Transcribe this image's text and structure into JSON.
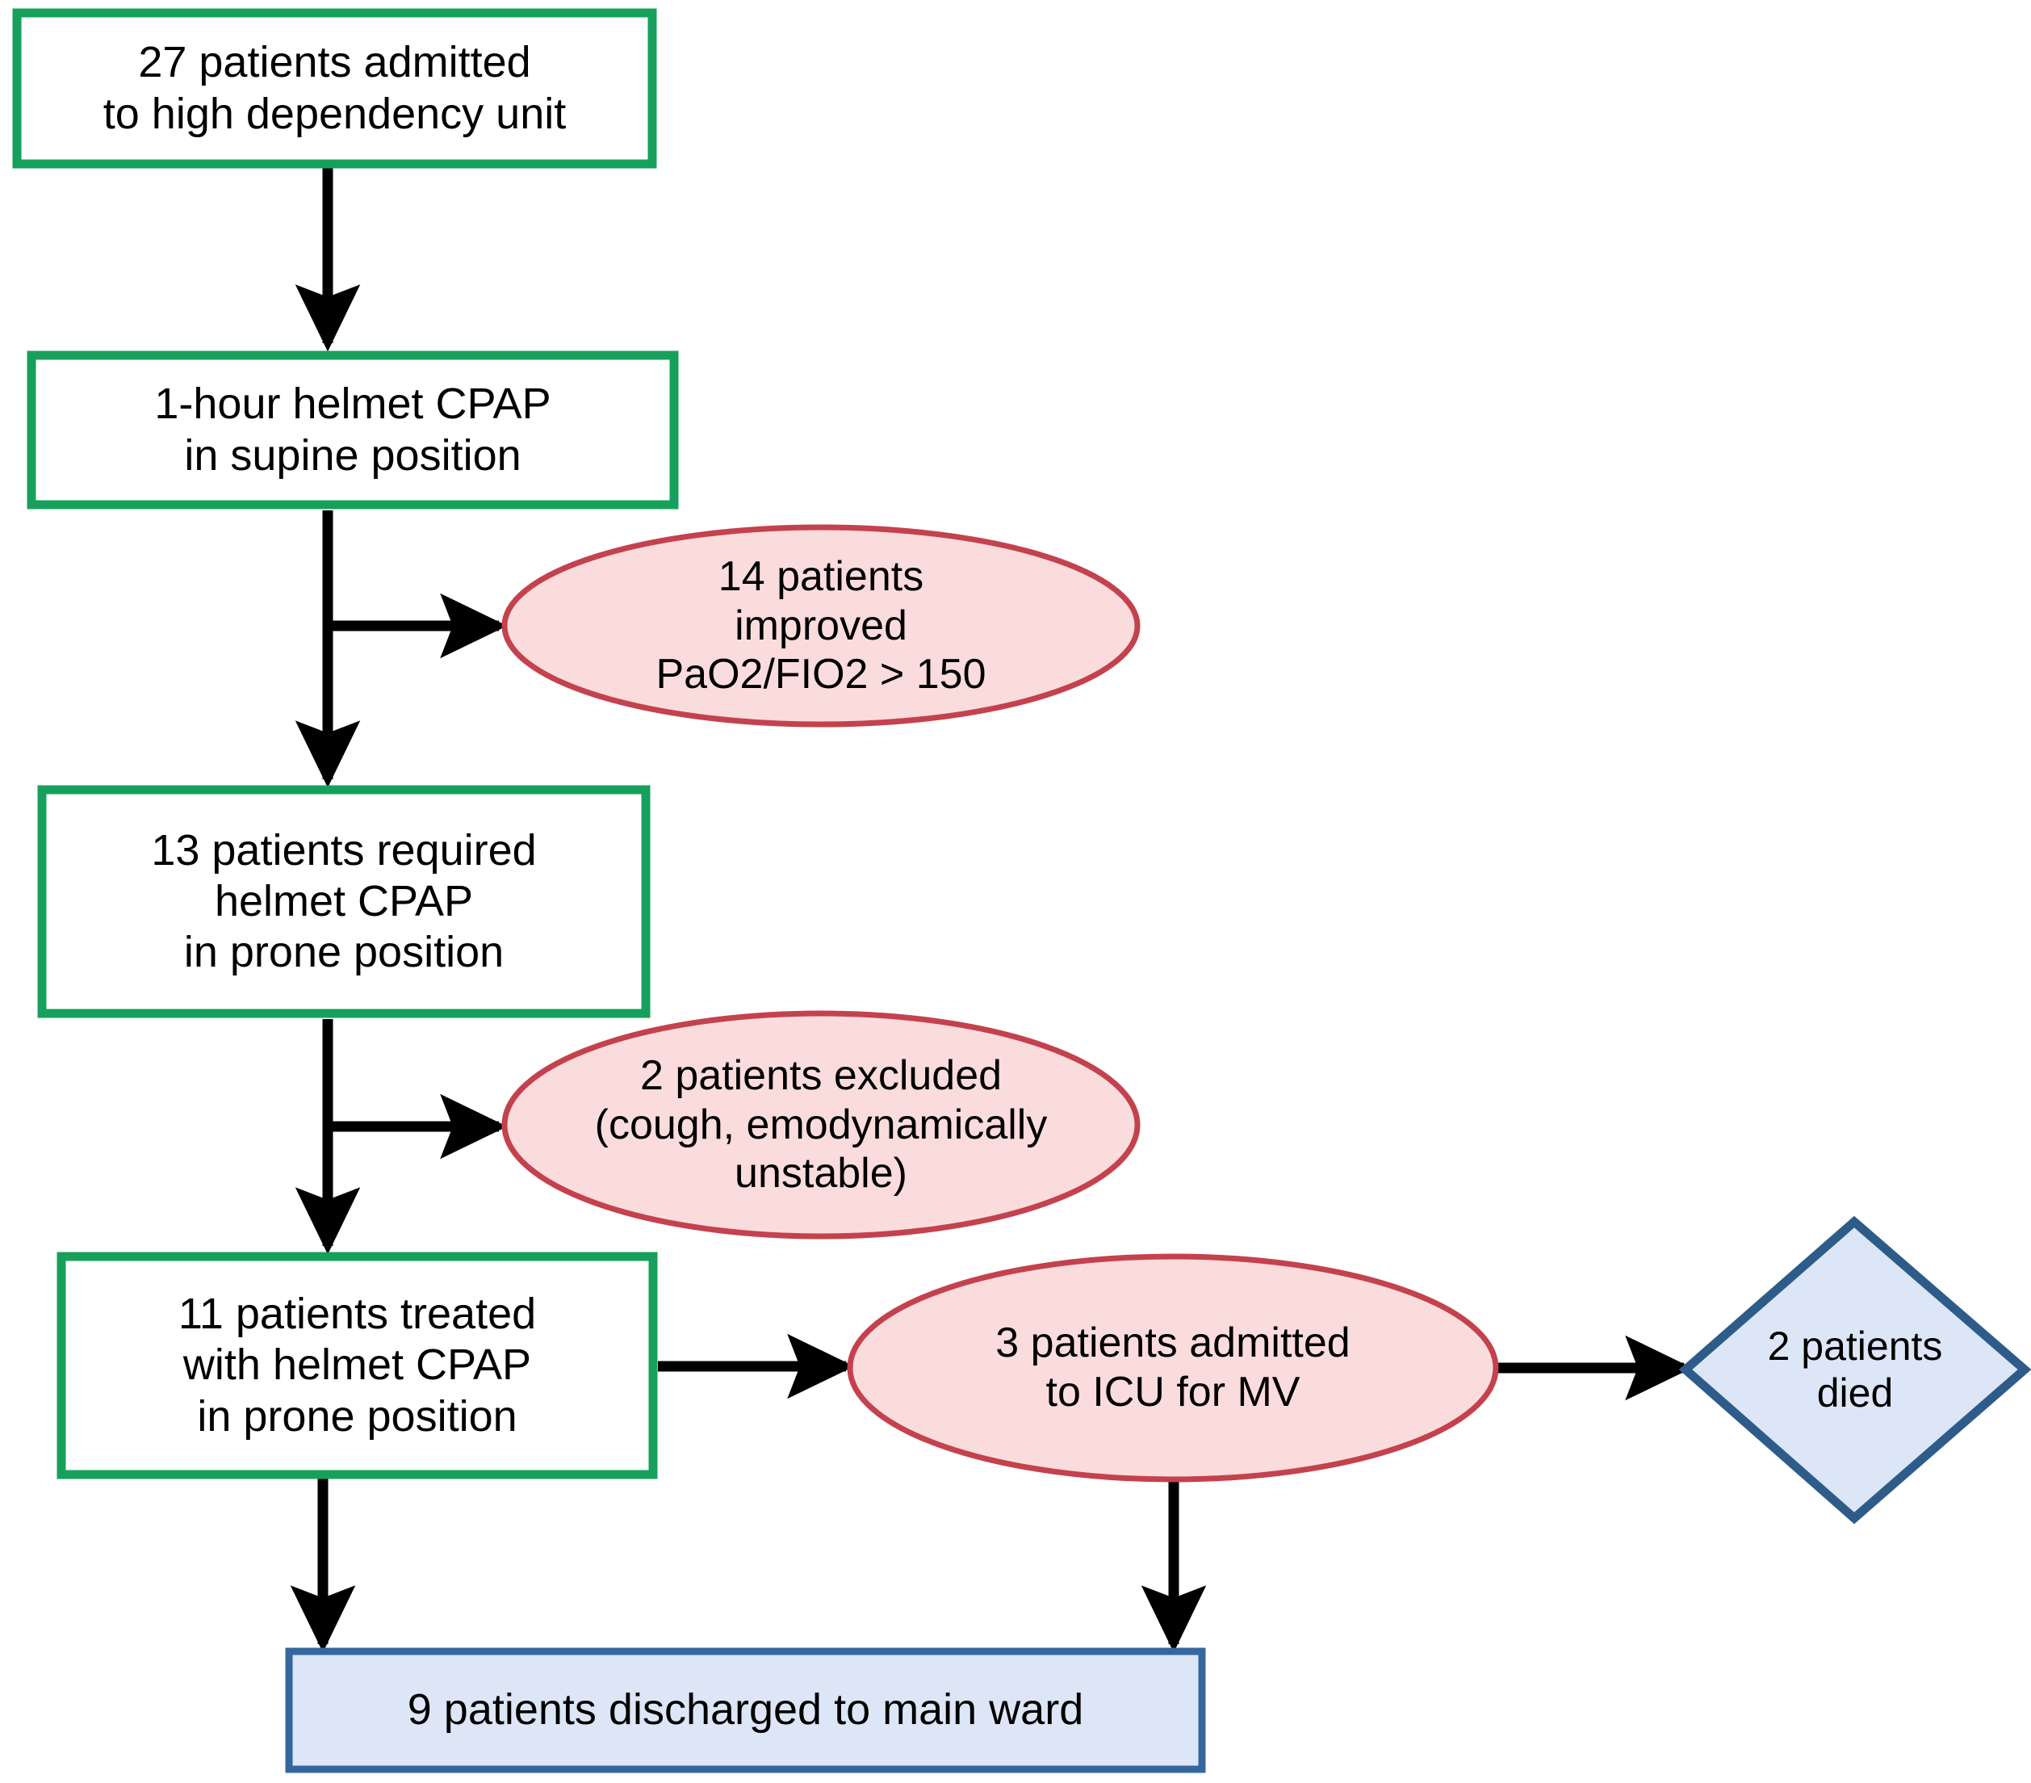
{
  "diagram": {
    "type": "flowchart",
    "title": "Helmet CPAP prone positioning patient flow",
    "colors": {
      "process_border": "#17A05C",
      "process_fill": "#FFFFFF",
      "ellipse_border": "#C4414E",
      "ellipse_fill": "#FBDCDC",
      "terminal_border": "#35679E",
      "terminal_fill": "#DCE6F6",
      "diamond_border": "#2E5C8A",
      "diamond_fill": "#DCE6F6",
      "arrow": "#000000",
      "text": "#000000",
      "background": "#FFFFFF"
    },
    "nodes": [
      {
        "id": "admitted",
        "shape": "rectangle",
        "lines": [
          "27 patients admitted",
          "to high dependency unit"
        ]
      },
      {
        "id": "cpap-supine",
        "shape": "rectangle",
        "lines": [
          "1-hour helmet CPAP",
          "in supine position"
        ]
      },
      {
        "id": "improved",
        "shape": "ellipse",
        "lines": [
          "14 patients",
          "improved",
          "PaO2/FIO2 > 150"
        ]
      },
      {
        "id": "required-prone",
        "shape": "rectangle",
        "lines": [
          "13 patients required",
          "helmet CPAP",
          "in prone position"
        ]
      },
      {
        "id": "excluded",
        "shape": "ellipse",
        "lines": [
          "2 patients excluded",
          "(cough, emodynamically",
          "unstable)"
        ]
      },
      {
        "id": "treated-prone",
        "shape": "rectangle",
        "lines": [
          "11 patients treated",
          "with helmet CPAP",
          "in prone position"
        ]
      },
      {
        "id": "icu-mv",
        "shape": "ellipse",
        "lines": [
          "3 patients admitted",
          "to ICU for MV"
        ]
      },
      {
        "id": "died",
        "shape": "diamond",
        "lines": [
          "2 patients",
          "died"
        ]
      },
      {
        "id": "discharged",
        "shape": "rectangle-terminal",
        "lines": [
          "9 patients discharged to main ward"
        ]
      }
    ],
    "edges": [
      {
        "id": "e1",
        "from": "admitted",
        "to": "cpap-supine",
        "direction": "down"
      },
      {
        "id": "e2",
        "from": "cpap-supine",
        "to": "improved",
        "direction": "right"
      },
      {
        "id": "e3",
        "from": "cpap-supine",
        "to": "required-prone",
        "direction": "down"
      },
      {
        "id": "e4",
        "from": "required-prone",
        "to": "excluded",
        "direction": "right"
      },
      {
        "id": "e5",
        "from": "required-prone",
        "to": "treated-prone",
        "direction": "down"
      },
      {
        "id": "e6",
        "from": "treated-prone",
        "to": "icu-mv",
        "direction": "right"
      },
      {
        "id": "e7",
        "from": "icu-mv",
        "to": "died",
        "direction": "right"
      },
      {
        "id": "e8",
        "from": "treated-prone",
        "to": "discharged",
        "direction": "down"
      },
      {
        "id": "e9",
        "from": "icu-mv",
        "to": "discharged",
        "direction": "down"
      }
    ]
  }
}
